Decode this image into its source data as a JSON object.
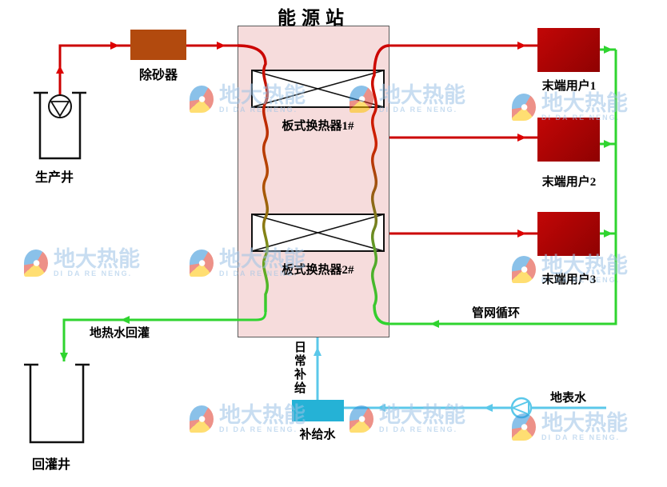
{
  "title": "能源站",
  "labels": {
    "sand_remover": "除砂器",
    "production_well": "生产井",
    "hx1": "板式换热器1#",
    "hx2": "板式换热器2#",
    "user1": "末端用户1",
    "user2": "末端用户2",
    "user3": "末端用户3",
    "network_loop": "管网循环",
    "reinjection": "地热水回灌",
    "reinjection_well": "回灌井",
    "daily_supply": "日常补给",
    "supply_water": "补给水",
    "surface_water": "地表水"
  },
  "watermark": {
    "text": "地大热能",
    "subtext": "DI DA RE NENG."
  },
  "colors": {
    "hot_line": "#cc0000",
    "return_line": "#2fd42f",
    "supply_line": "#5bc8ea",
    "station_fill": "#f6dcdc",
    "sand_remover_fill": "#b24a0e",
    "end_user_fill": "#a50505",
    "tank_fill": "#25b2d6",
    "watermark_blue": "#9cc3e6"
  }
}
